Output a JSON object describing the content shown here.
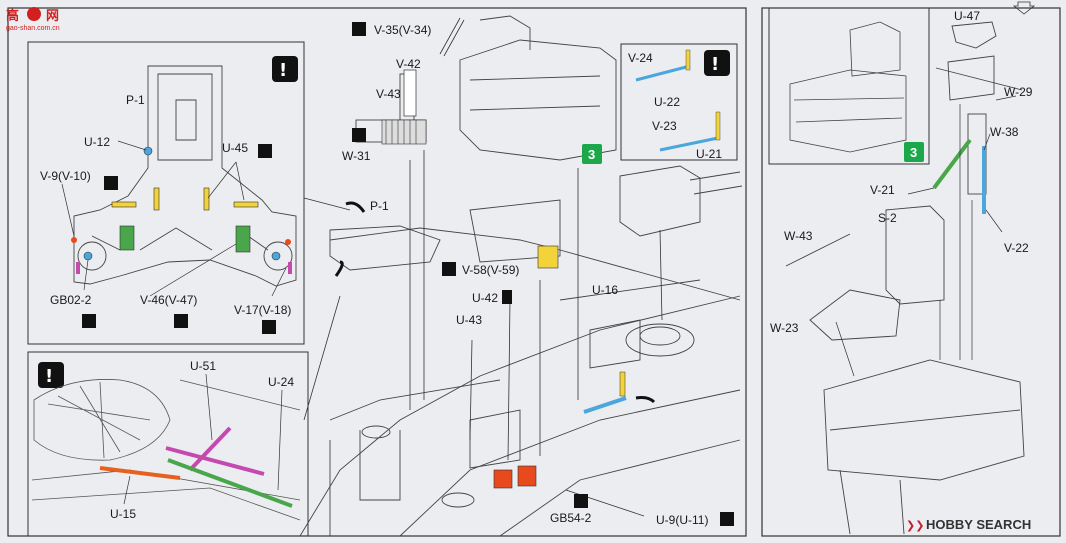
{
  "watermark": {
    "logo_text": "高",
    "logo_text2": "网",
    "url": "gao-shan.com.cn"
  },
  "hobbysearch": "HOBBY SEARCH",
  "steps": {
    "step3a": "3",
    "step3b": "3"
  },
  "excl": "!",
  "labels": {
    "p1_top": "P-1",
    "u12": "U-12",
    "u45": "U-45",
    "v9": "V-9(V-10)",
    "gb02": "GB02-2",
    "v46": "V-46(V-47)",
    "v17": "V-17(V-18)",
    "v35": "V-35(V-34)",
    "v42": "V-42",
    "v43": "V-43",
    "w31": "W-31",
    "p1": "P-1",
    "v58": "V-58(V-59)",
    "u42": "U-42",
    "u43": "U-43",
    "u16": "U-16",
    "gb54": "GB54-2",
    "u9": "U-9(U-11)",
    "u51": "U-51",
    "u24b": "U-24",
    "u15": "U-15",
    "v24": "V-24",
    "u22": "U-22",
    "v23": "V-23",
    "u21": "U-21",
    "u47": "U-47",
    "w29": "W-29",
    "w38": "W-38",
    "v21": "V-21",
    "v22": "V-22",
    "s2": "S-2",
    "w43": "W-43",
    "w23": "W-23"
  },
  "colors": {
    "yellow": "#f2d33a",
    "blue": "#4aa6dc",
    "green": "#4aa64a",
    "red": "#e84a1e",
    "magenta": "#c44ab0",
    "orange": "#e8601e"
  }
}
